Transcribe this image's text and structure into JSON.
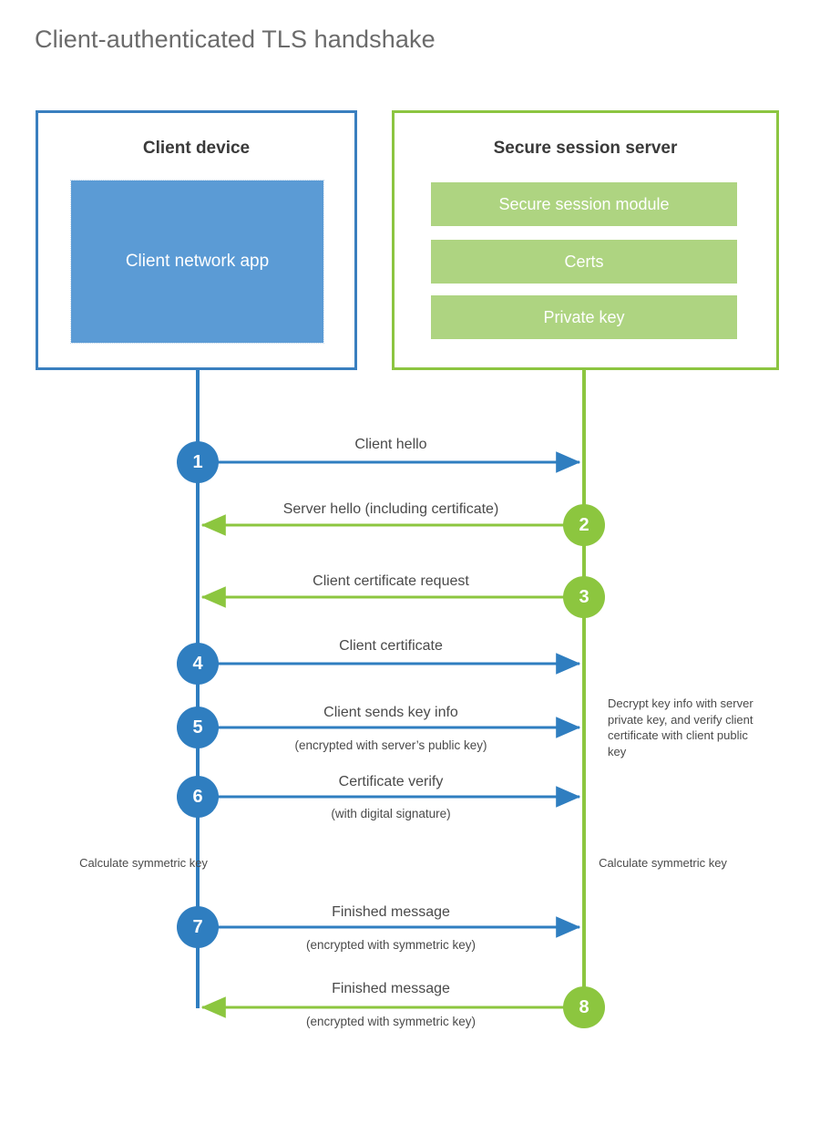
{
  "diagram": {
    "title": "Client-authenticated TLS handshake",
    "type": "sequence",
    "colors": {
      "client_accent": "#3a7fbf",
      "client_circle": "#2f7ec0",
      "client_app_fill": "#5b9bd5",
      "server_accent": "#8cc541",
      "server_circle": "#8cc63f",
      "server_chip_fill": "#aed481",
      "title_text": "#6b6b6b",
      "body_text": "#4a4a4a"
    }
  },
  "parties": {
    "client": {
      "title": "Client device",
      "blocks": [
        {
          "label": "Client network app"
        }
      ]
    },
    "server": {
      "title": "Secure session server",
      "blocks": [
        {
          "label": "Secure session module"
        },
        {
          "label": "Certs"
        },
        {
          "label": "Private key"
        }
      ]
    }
  },
  "steps": [
    {
      "number": "1",
      "label": "Client hello",
      "sublabel": "",
      "from": "client",
      "to": "server",
      "color": "blue"
    },
    {
      "number": "2",
      "label": "Server hello (including certificate)",
      "sublabel": "",
      "from": "server",
      "to": "client",
      "color": "green"
    },
    {
      "number": "3",
      "label": "Client certificate request",
      "sublabel": "",
      "from": "server",
      "to": "client",
      "color": "green"
    },
    {
      "number": "4",
      "label": "Client certificate",
      "sublabel": "",
      "from": "client",
      "to": "server",
      "color": "blue"
    },
    {
      "number": "5",
      "label": "Client sends key info",
      "sublabel": "(encrypted with server’s public key)",
      "from": "client",
      "to": "server",
      "color": "blue"
    },
    {
      "number": "6",
      "label": "Certificate verify",
      "sublabel": "(with digital signature)",
      "from": "client",
      "to": "server",
      "color": "blue"
    },
    {
      "number": "7",
      "label": "Finished message",
      "sublabel": "(encrypted with symmetric key)",
      "from": "client",
      "to": "server",
      "color": "blue"
    },
    {
      "number": "8",
      "label": "Finished message",
      "sublabel": "(encrypted with symmetric key)",
      "from": "server",
      "to": "client",
      "color": "green"
    }
  ],
  "notes": {
    "server_decrypt": "Decrypt key info with server private key, and verify client certificate with client public key",
    "client_calculate": "Calculate symmetric key",
    "server_calculate": "Calculate symmetric key"
  }
}
